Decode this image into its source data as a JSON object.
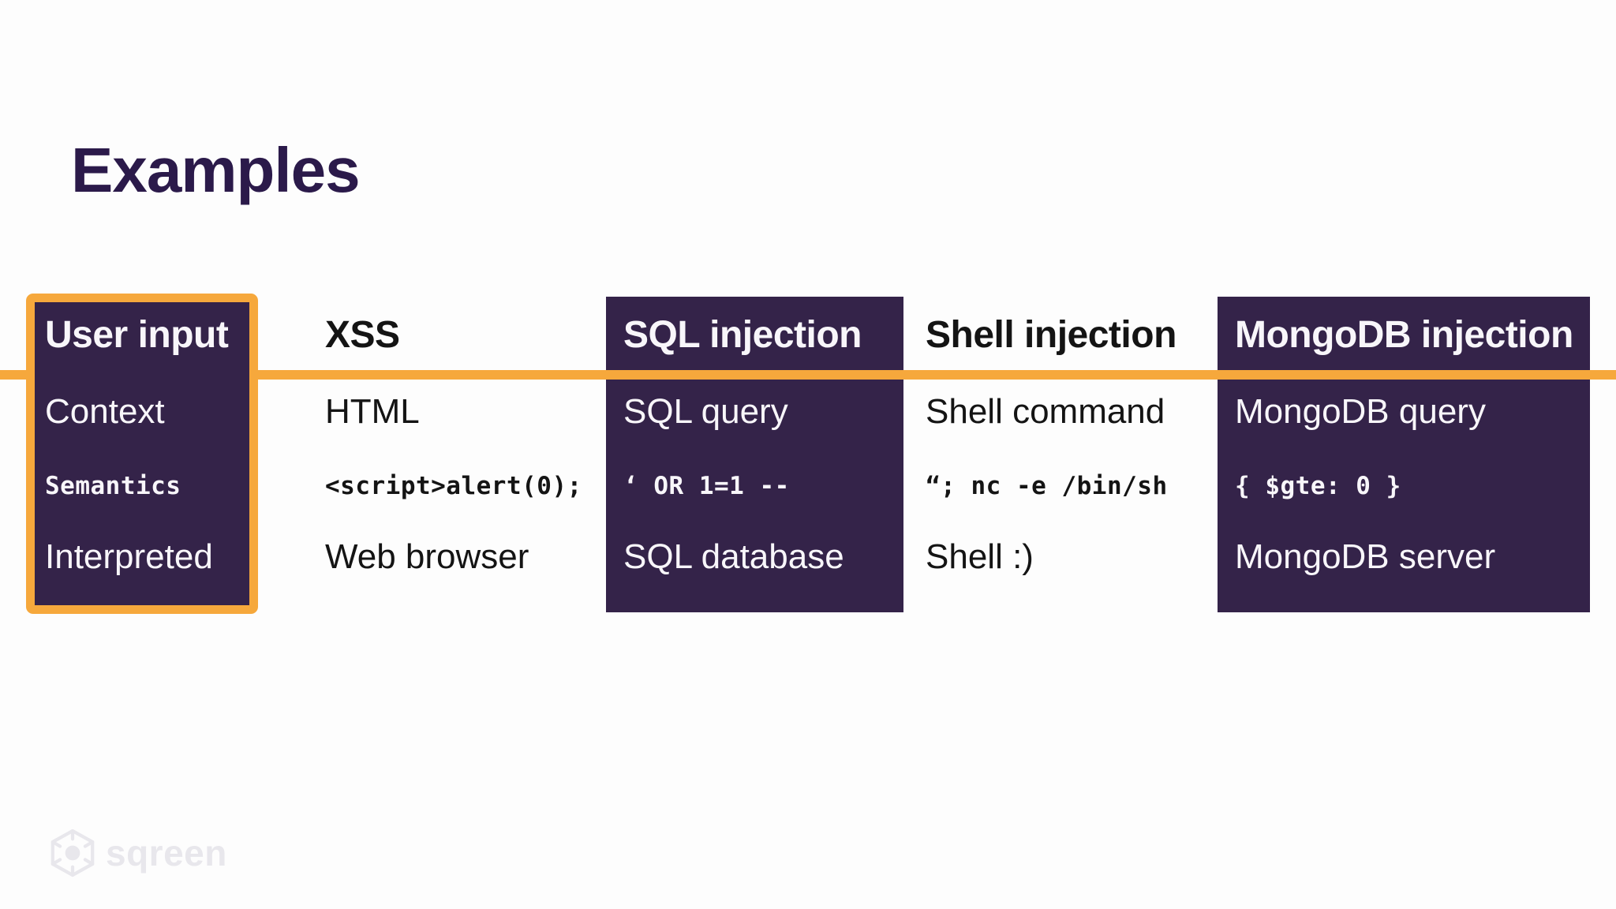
{
  "slide": {
    "title": "Examples",
    "columns": [
      {
        "header": "User input",
        "rows": [
          "Context",
          "Semantics",
          "Interpreted"
        ]
      },
      {
        "header": "XSS",
        "rows": [
          "HTML",
          "<script>alert(0);",
          "Web browser"
        ]
      },
      {
        "header": "SQL injection",
        "rows": [
          "SQL query",
          "‘ OR 1=1 --",
          "SQL database"
        ]
      },
      {
        "header": "Shell injection",
        "rows": [
          "Shell command",
          "“; nc -e /bin/sh",
          "Shell :)"
        ]
      },
      {
        "header": "MongoDB injection",
        "rows": [
          "MongoDB query",
          "{ $gte: 0 }",
          "MongoDB server"
        ]
      }
    ]
  },
  "footer": {
    "logo_text": "sqreen"
  },
  "colors": {
    "accent_orange": "#f6a83c",
    "panel_purple": "#342349",
    "title_purple": "#2b1a4a",
    "text_on_purple": "#f8f6fa",
    "text_on_white": "#141414",
    "logo_gray": "#e8e7ec"
  }
}
